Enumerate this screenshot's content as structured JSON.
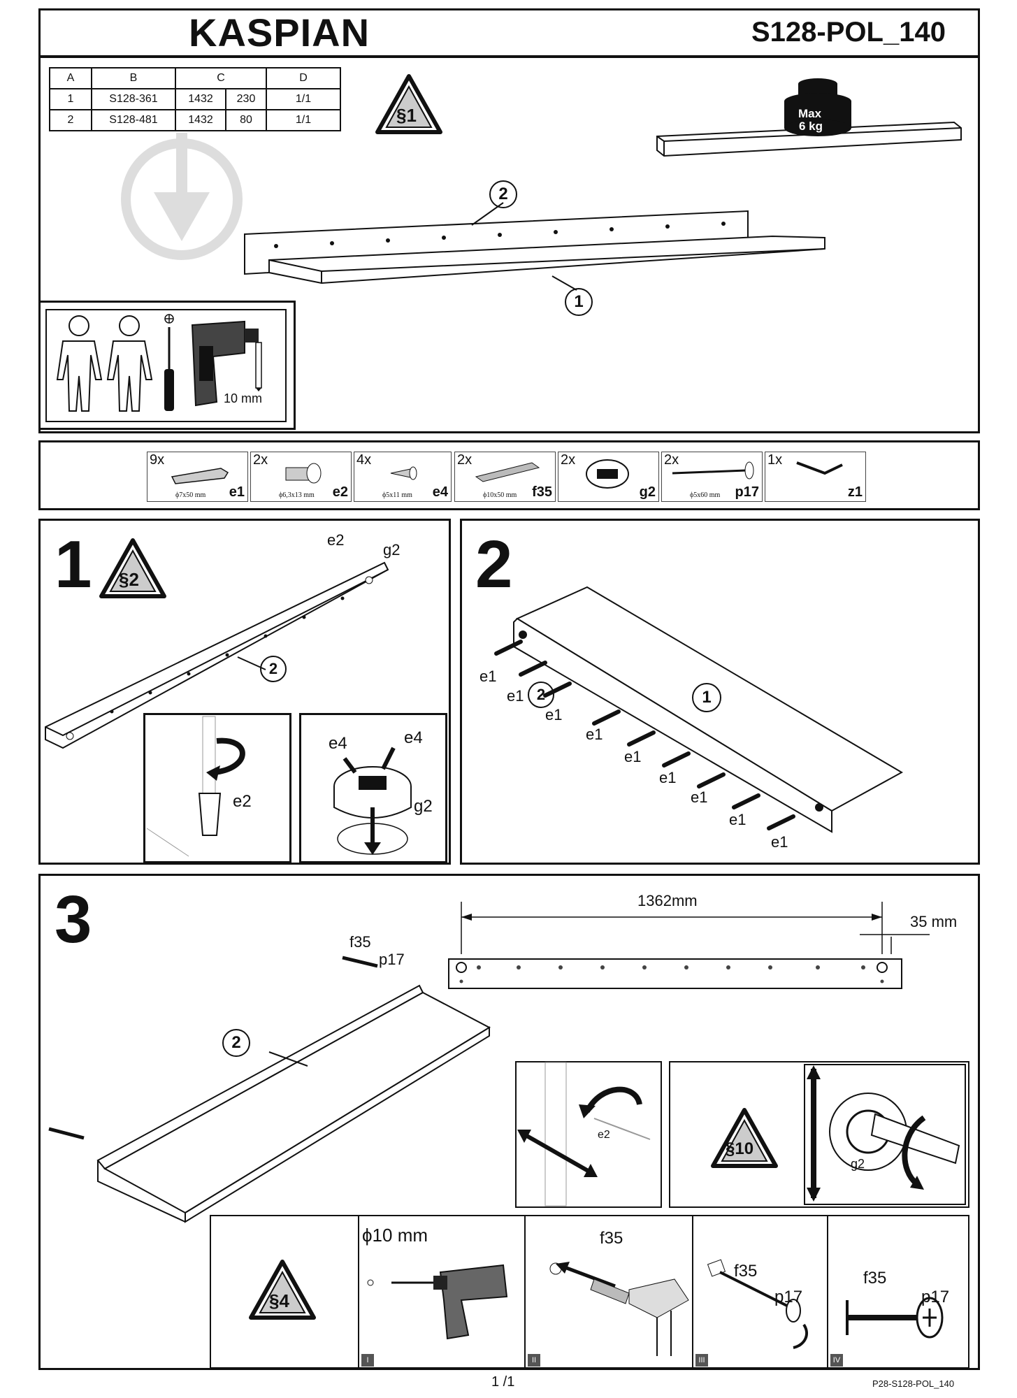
{
  "header": {
    "title": "KASPIAN",
    "code": "S128-POL_140"
  },
  "parts_table": {
    "headers": [
      "A",
      "B",
      "C",
      "D"
    ],
    "rows": [
      [
        "1",
        "S128-361",
        "1432",
        "230",
        "1/1"
      ],
      [
        "2",
        "S128-481",
        "1432",
        "80",
        "1/1"
      ]
    ]
  },
  "warnings": {
    "w1": "§1",
    "w2": "§2",
    "w10": "§10",
    "w4": "§4"
  },
  "load": {
    "line1": "Max",
    "line2": "6 kg"
  },
  "callouts": {
    "one": "1",
    "two": "2"
  },
  "tools": {
    "drill_bit": "10 mm",
    "screwdriver_icon": "phillips-icon"
  },
  "hardware": [
    {
      "count": "9x",
      "dim": "ϕ7x50 mm",
      "code": "e1"
    },
    {
      "count": "2x",
      "dim": "ϕ6,3x13 mm",
      "code": "e2"
    },
    {
      "count": "4x",
      "dim": "ϕ5x11 mm",
      "code": "e4"
    },
    {
      "count": "2x",
      "dim": "ϕ10x50 mm",
      "code": "f35"
    },
    {
      "count": "2x",
      "dim": "",
      "code": "g2"
    },
    {
      "count": "2x",
      "dim": "ϕ5x60 mm",
      "code": "p17"
    },
    {
      "count": "1x",
      "dim": "",
      "code": "z1"
    }
  ],
  "steps": {
    "s1": {
      "number": "1",
      "labels": {
        "e2": "e2",
        "g2": "g2",
        "e4a": "e4",
        "e4b": "e4"
      }
    },
    "s2": {
      "number": "2",
      "e1": "e1"
    },
    "s3": {
      "number": "3",
      "dim_long": "1362mm",
      "dim_short": "35 mm",
      "f35": "f35",
      "p17": "p17",
      "e2": "e2",
      "g2": "g2",
      "drill": "ϕ10 mm",
      "substeps": [
        "I",
        "II",
        "III",
        "IV"
      ]
    }
  },
  "footer": {
    "page": "1 /1",
    "ref": "P28-S128-POL_140"
  }
}
